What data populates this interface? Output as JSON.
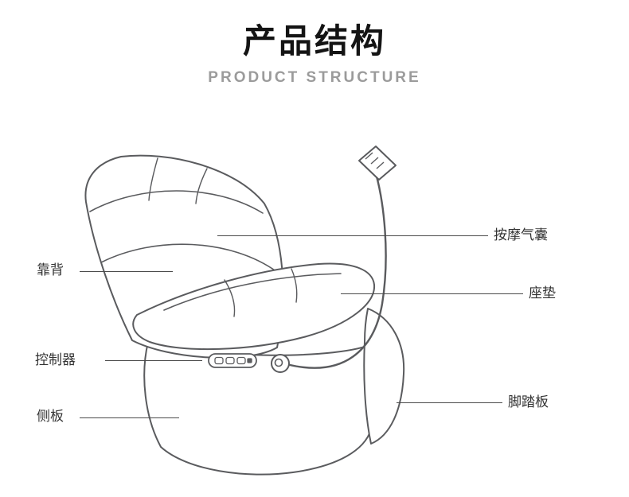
{
  "header": {
    "title": "产品结构",
    "subtitle": "PRODUCT STRUCTURE"
  },
  "diagram": {
    "labels": [
      {
        "id": "massage-airbag",
        "text": "按摩气囊",
        "side": "right"
      },
      {
        "id": "backrest",
        "text": "靠背",
        "side": "left"
      },
      {
        "id": "seat-cushion",
        "text": "座垫",
        "side": "right"
      },
      {
        "id": "controller",
        "text": "控制器",
        "side": "left"
      },
      {
        "id": "side-panel",
        "text": "侧板",
        "side": "left"
      },
      {
        "id": "footrest",
        "text": "脚踏板",
        "side": "right"
      }
    ]
  },
  "colors": {
    "title": "#141414",
    "subtitle": "#9b9b9b",
    "line_art": "#5a5b5e",
    "leader_line": "#4a4a4a",
    "label_text": "#333333",
    "background": "#ffffff"
  }
}
